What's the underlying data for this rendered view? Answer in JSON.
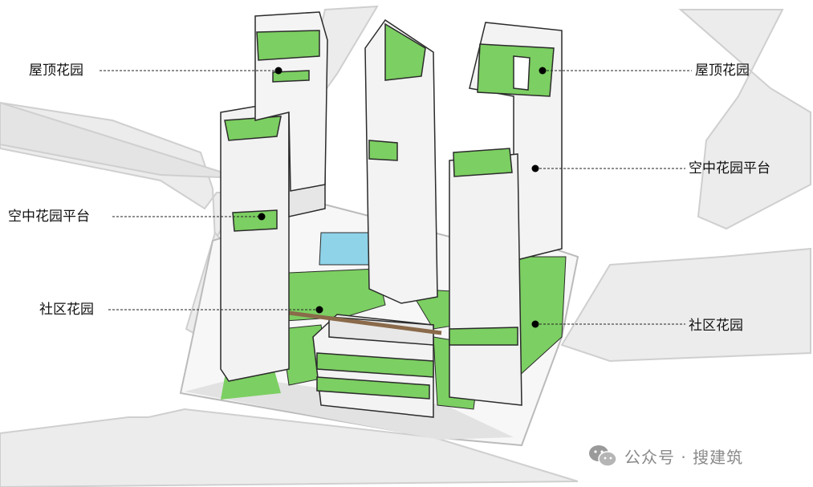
{
  "labels": {
    "left": [
      "屋顶花园",
      "空中花园平台",
      "社区花园"
    ],
    "right": [
      "屋顶花园",
      "空中花园平台",
      "社区花园"
    ]
  },
  "watermark": {
    "text": "公众号 · 搜建筑",
    "icon": "wechat-icon"
  },
  "colors": {
    "green": "#7ccf62",
    "dark_green": "#3f9a3a",
    "building": "#f3f3f3",
    "outline": "#2b2b2b",
    "road": "#e9e9e9",
    "leader": "#222222"
  }
}
